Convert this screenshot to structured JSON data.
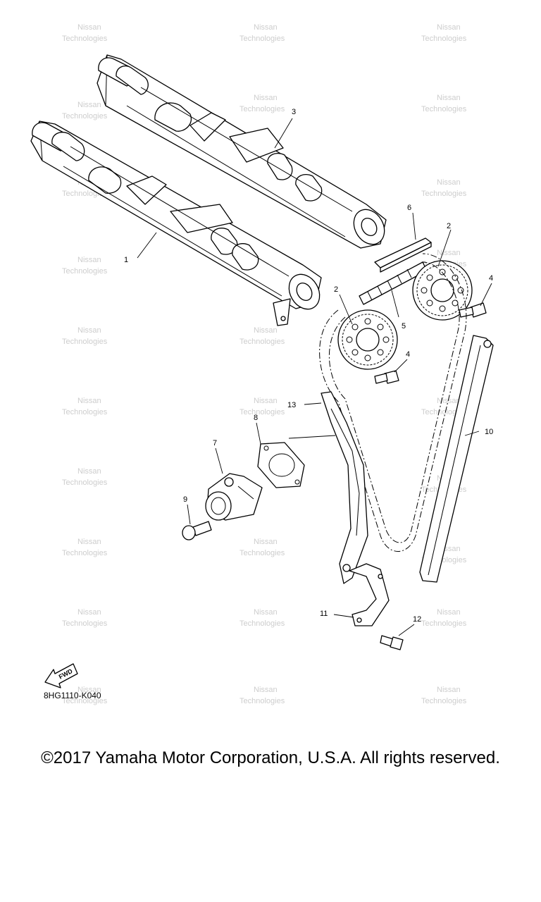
{
  "callouts": [
    "1",
    "2",
    "2",
    "3",
    "4",
    "4",
    "5",
    "6",
    "7",
    "8",
    "9",
    "10",
    "11",
    "12",
    "13"
  ],
  "fwd_label": "FWD",
  "figure_code": "8HG1110-K040",
  "copyright": "©2017 Yamaha Motor Corporation, U.S.A. All rights reserved.",
  "watermark": "Nissan\nTechnologies"
}
